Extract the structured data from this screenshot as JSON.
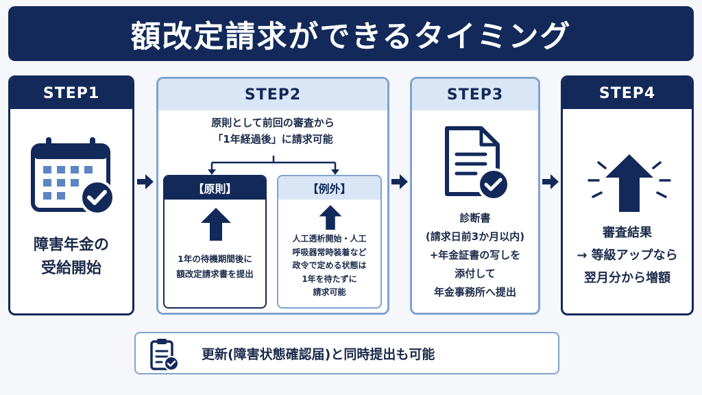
{
  "title": "額改定請求ができるタイミング",
  "steps": [
    {
      "label": "STEP1",
      "lines": [
        "障害年金の",
        "受給開始"
      ],
      "icon": "calendar-check-icon"
    },
    {
      "label": "STEP2",
      "lines": [
        "原則として前回の審査から",
        "「1年経過後」に請求可能"
      ],
      "principle": {
        "label": "【原則】",
        "lines": [
          "1年の待機期間後に",
          "額改定請求書を提出"
        ]
      },
      "exception": {
        "label": "【例外】",
        "lines": [
          "人工透析開始・人工",
          "呼吸器常時装着など",
          "政令で定める状態は",
          "1年を待たずに",
          "請求可能"
        ]
      }
    },
    {
      "label": "STEP3",
      "lines": [
        "診断書",
        "(請求日前3か月以内)",
        "+年金証書の写しを",
        "添付して",
        "年金事務所へ提出"
      ],
      "icon": "document-check-icon"
    },
    {
      "label": "STEP4",
      "lines": [
        "審査結果",
        "→ 等級アップなら",
        "翌月分から増額"
      ],
      "icon": "up-arrow-burst-icon"
    }
  ],
  "note": {
    "text": "更新(障害状態確認届)と同時提出も可能",
    "icon": "clipboard-check-icon"
  },
  "colors": {
    "navy": "#12295a",
    "light_blue": "#d9e6f5",
    "border_light": "#7fa3cf",
    "calendar_dot": "#5b86c2"
  }
}
